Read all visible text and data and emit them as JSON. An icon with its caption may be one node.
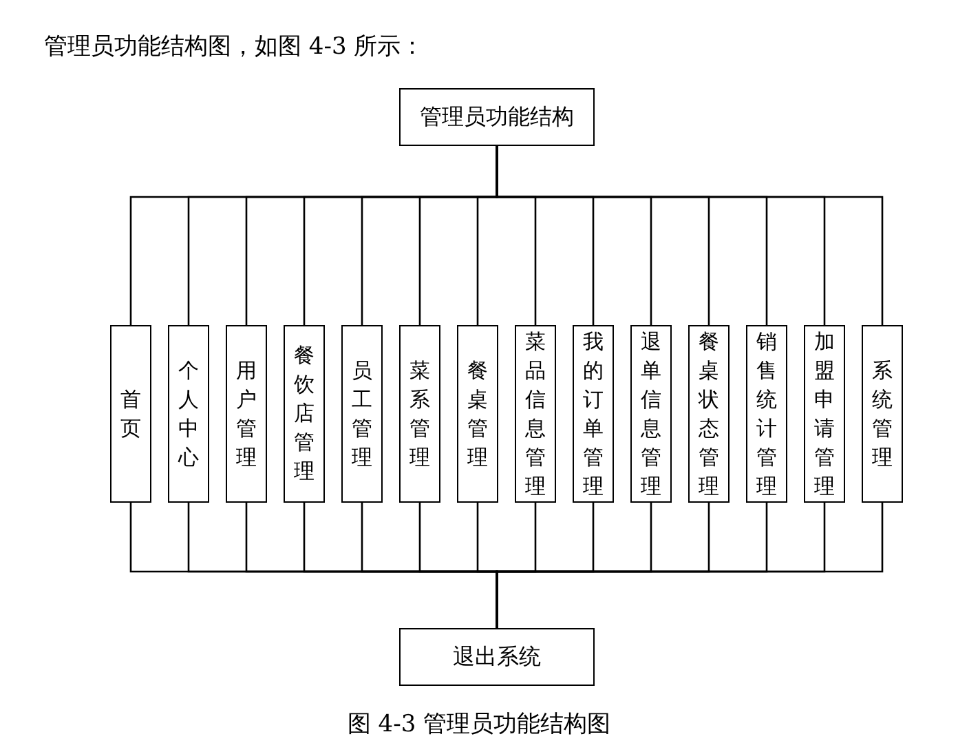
{
  "diagram": {
    "caption": "图 4-3 管理员功能结构图",
    "nodes": [
      {
        "text": [
          "管理员功能结构"
        ]
      },
      {
        "text": [
          "首页"
        ]
      },
      {
        "text": [
          "个人中心"
        ]
      },
      {
        "text": [
          "用户管理"
        ]
      },
      {
        "text": [
          "餐饮店管理"
        ]
      },
      {
        "text": [
          "员工管理"
        ]
      },
      {
        "text": [
          "菜系管理"
        ]
      },
      {
        "text": [
          "餐桌管理"
        ]
      },
      {
        "text": [
          "菜品信息管理"
        ]
      },
      {
        "text": [
          "我的订单管理"
        ]
      },
      {
        "text": [
          "退单信息管理"
        ]
      },
      {
        "text": [
          "餐桌状态管理"
        ]
      },
      {
        "text": [
          "销售统计管理"
        ]
      },
      {
        "text": [
          "加盟申请管理"
        ]
      },
      {
        "text": [
          "系统管理"
        ]
      },
      {
        "text": [
          "退出系统"
        ]
      }
    ],
    "edges": [
      {
        "from": 0,
        "to": 1,
        "arrow": "none"
      },
      {
        "from": 0,
        "to": 2,
        "arrow": "none"
      },
      {
        "from": 0,
        "to": 3,
        "arrow": "none"
      },
      {
        "from": 0,
        "to": 4,
        "arrow": "none"
      },
      {
        "from": 0,
        "to": 5,
        "arrow": "none"
      },
      {
        "from": 0,
        "to": 6,
        "arrow": "none"
      },
      {
        "from": 0,
        "to": 7,
        "arrow": "none"
      },
      {
        "from": 0,
        "to": 8,
        "arrow": "none"
      },
      {
        "from": 0,
        "to": 9,
        "arrow": "none"
      },
      {
        "from": 0,
        "to": 10,
        "arrow": "none"
      },
      {
        "from": 0,
        "to": 11,
        "arrow": "none"
      },
      {
        "from": 0,
        "to": 12,
        "arrow": "none"
      },
      {
        "from": 0,
        "to": 13,
        "arrow": "none"
      },
      {
        "from": 0,
        "to": 14,
        "arrow": "none"
      },
      {
        "from": 1,
        "to": 15,
        "arrow": "none"
      },
      {
        "from": 2,
        "to": 15,
        "arrow": "none"
      },
      {
        "from": 3,
        "to": 15,
        "arrow": "none"
      },
      {
        "from": 4,
        "to": 15,
        "arrow": "none"
      },
      {
        "from": 5,
        "to": 15,
        "arrow": "none"
      },
      {
        "from": 6,
        "to": 15,
        "arrow": "none"
      },
      {
        "from": 7,
        "to": 15,
        "arrow": "none"
      },
      {
        "from": 8,
        "to": 15,
        "arrow": "none"
      },
      {
        "from": 9,
        "to": 15,
        "arrow": "none"
      },
      {
        "from": 10,
        "to": 15,
        "arrow": "none"
      },
      {
        "from": 11,
        "to": 15,
        "arrow": "none"
      },
      {
        "from": 12,
        "to": 15,
        "arrow": "none"
      },
      {
        "from": 13,
        "to": 15,
        "arrow": "none"
      },
      {
        "from": 14,
        "to": 15,
        "arrow": "none"
      }
    ],
    "labels": [
      "管理员功能结构图，如图 4-3 所示："
    ]
  }
}
